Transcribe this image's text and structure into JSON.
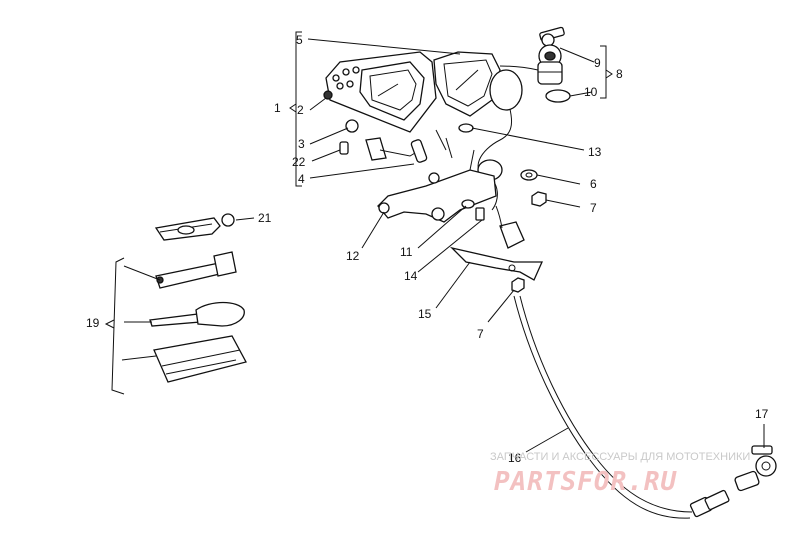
{
  "watermark": {
    "tagline": "ЗАПЧАСТИ И АКСЕССУАРЫ ДЛЯ МОТОТЕХНИКИ",
    "logo": "PARTSFOR.RU"
  },
  "callouts": {
    "c1": "1",
    "c2": "2",
    "c3": "3",
    "c4": "4",
    "c5": "5",
    "c6": "6",
    "c7a": "7",
    "c7b": "7",
    "c8": "8",
    "c9": "9",
    "c10": "10",
    "c11": "11",
    "c12": "12",
    "c13": "13",
    "c14": "14",
    "c15": "15",
    "c16": "16",
    "c17": "17",
    "c19": "19",
    "c21": "21",
    "c22": "22"
  }
}
